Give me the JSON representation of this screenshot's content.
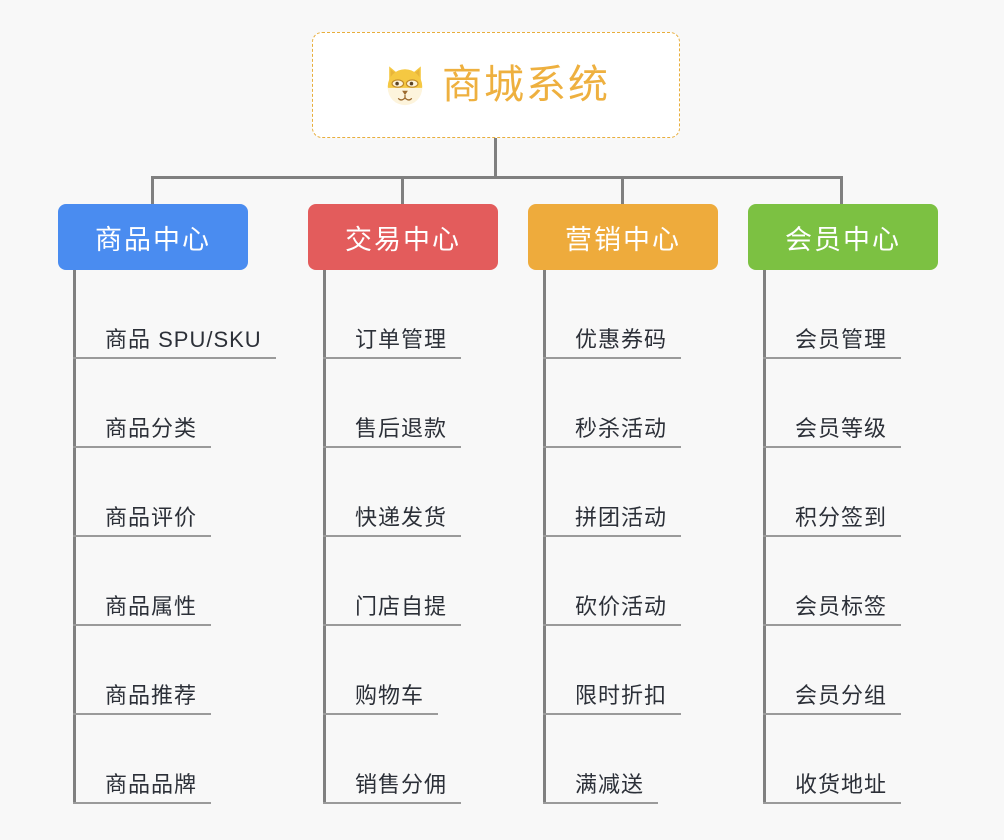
{
  "canvas": {
    "background": "#f8f8f8",
    "line_color": "#808080",
    "leaf_rule_color": "#9a9a9a"
  },
  "root": {
    "label": "商城系统",
    "icon": "shiba-inu-face-icon",
    "text_color": "#eeb03f",
    "border_color": "#e8ae3c",
    "background": "#ffffff"
  },
  "branches": [
    {
      "title": "商品中心",
      "color": "#4a8cf0",
      "items": [
        "商品 SPU/SKU",
        "商品分类",
        "商品评价",
        "商品属性",
        "商品推荐",
        "商品品牌"
      ]
    },
    {
      "title": "交易中心",
      "color": "#e35c5c",
      "items": [
        "订单管理",
        "售后退款",
        "快递发货",
        "门店自提",
        "购物车",
        "销售分佣"
      ]
    },
    {
      "title": "营销中心",
      "color": "#eeab3c",
      "items": [
        "优惠券码",
        "秒杀活动",
        "拼团活动",
        "砍价活动",
        "限时折扣",
        "满减送"
      ]
    },
    {
      "title": "会员中心",
      "color": "#7cc142",
      "items": [
        "会员管理",
        "会员等级",
        "积分签到",
        "会员标签",
        "会员分组",
        "收货地址"
      ]
    }
  ]
}
